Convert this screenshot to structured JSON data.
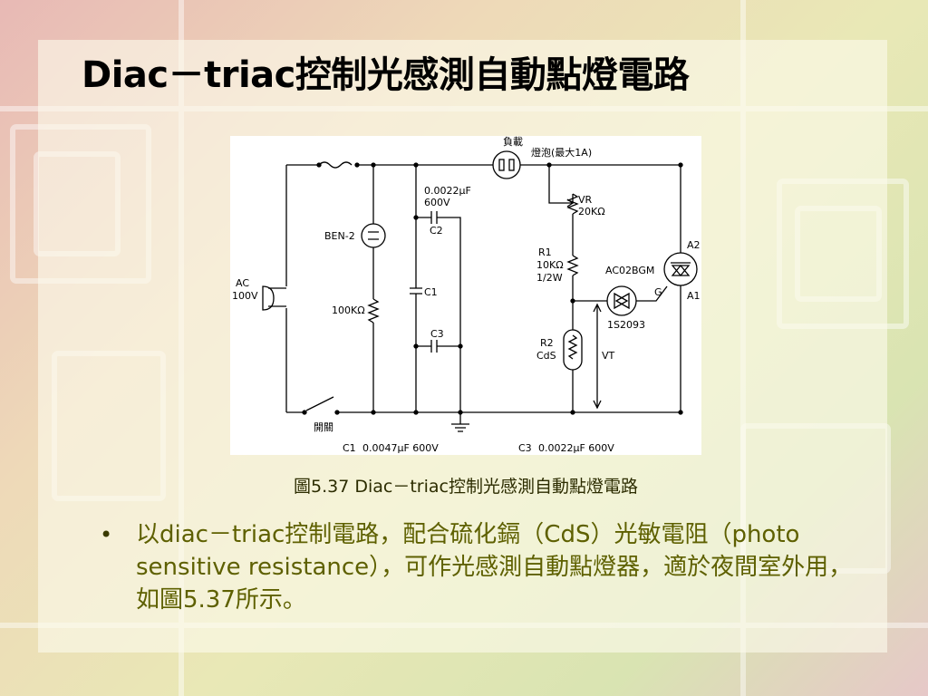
{
  "slide": {
    "title": "Diac－triac控制光感測自動點燈電路",
    "caption": "圖5.37 Diac－triac控制光感測自動點燈電路",
    "bullet_marker": "•",
    "bullet_text": "以diac－triac控制電路，配合硫化鎘（CdS）光敏電阻（photo sensitive resistance），可作光感測自動點燈器，適於夜間室外用，如圖5.37所示。"
  },
  "diagram": {
    "load_label": "負載",
    "lamp_label": "燈泡(最大1A)",
    "c2_value": "0.0022μF",
    "c2_voltage": "600V",
    "c2_name": "C2",
    "c1_name": "C1",
    "c3_name": "C3",
    "ben_label": "BEN-2",
    "resistor_100k": "100KΩ",
    "ac_label": "AC",
    "ac_voltage": "100V",
    "switch_label": "開關",
    "vr_name": "VR",
    "vr_value": "20KΩ",
    "r1_name": "R1",
    "r1_value": "10KΩ",
    "r1_power": "1/2W",
    "triac_part": "AC02BGM",
    "a2_label": "A2",
    "a1_label": "A1",
    "g_label": "G",
    "diac_part": "1S2093",
    "r2_name": "R2",
    "r2_value": "CdS",
    "vt_label": "VT",
    "c1_spec_name": "C1",
    "c1_spec_value": "0.0047μF 600V",
    "c3_spec_name": "C3",
    "c3_spec_value": "0.0022μF 600V"
  },
  "colors": {
    "title": "#000000",
    "caption": "#2c2c00",
    "bullet": "#5e6000"
  }
}
